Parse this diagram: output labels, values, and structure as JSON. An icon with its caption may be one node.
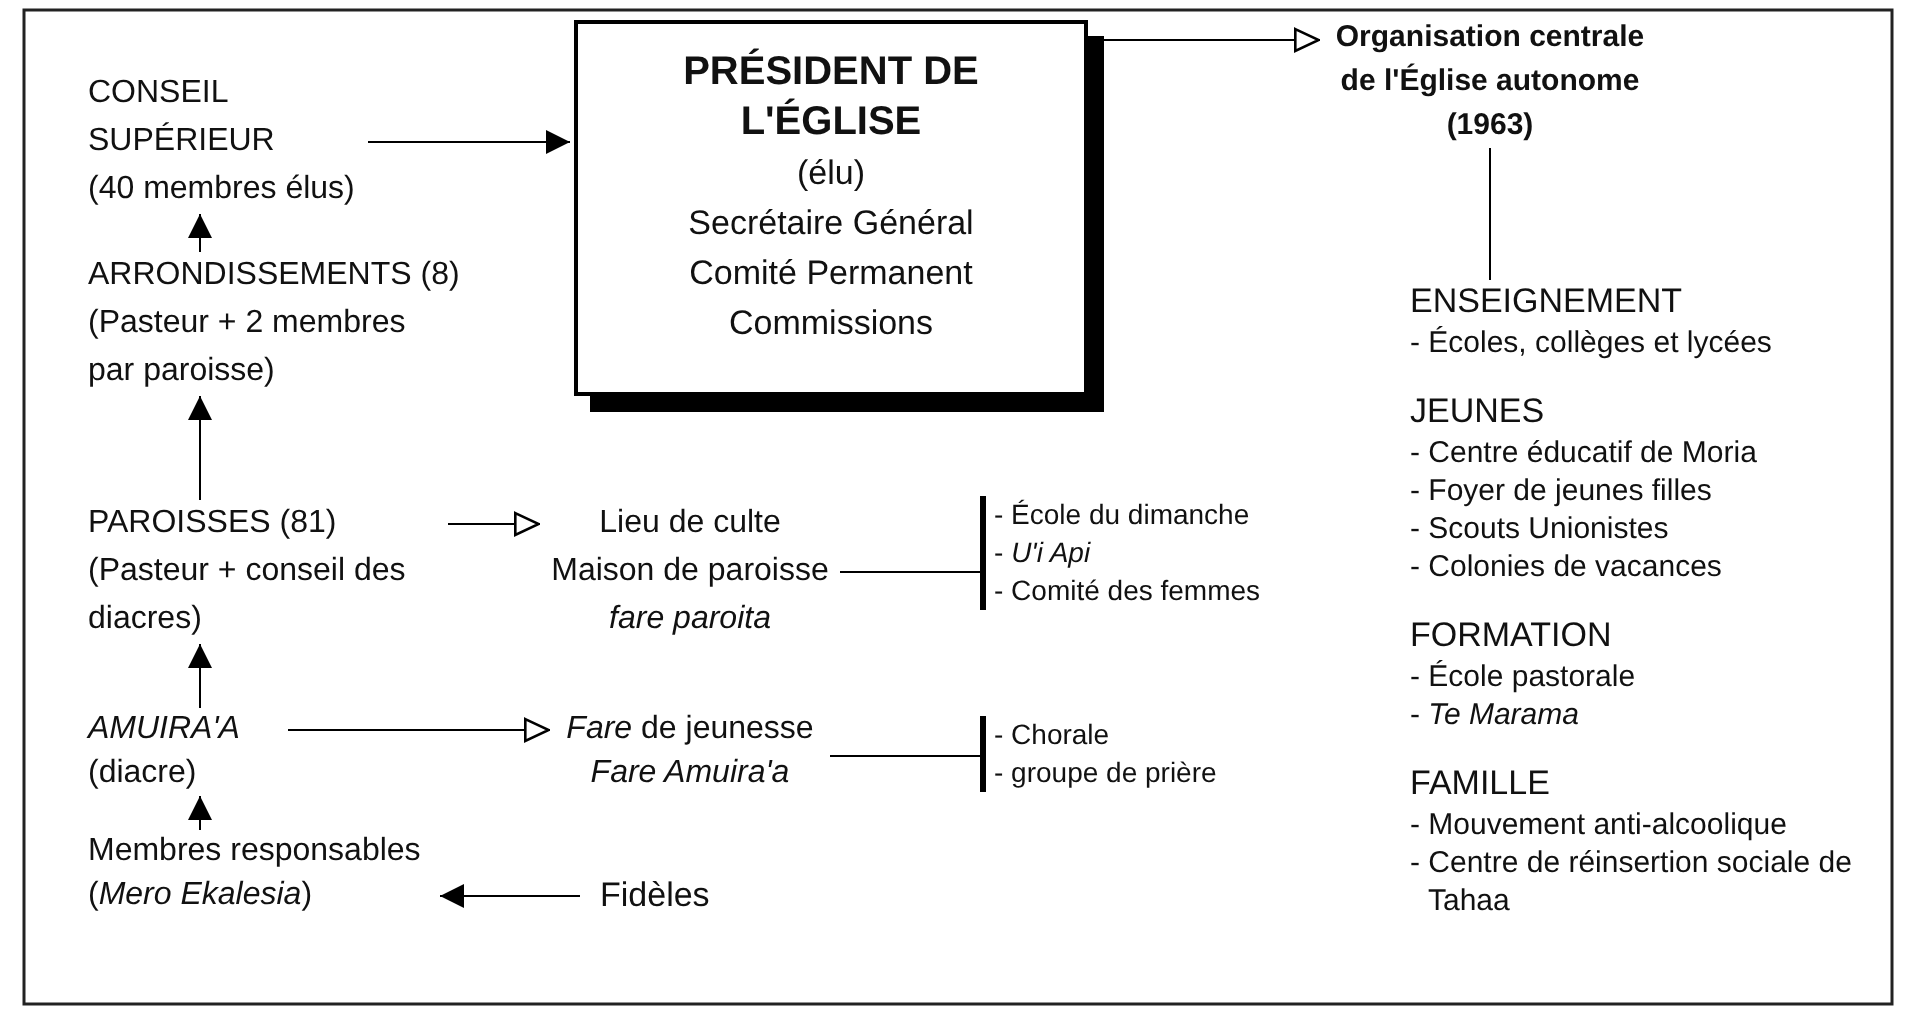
{
  "diagram": {
    "nodes": [
      {
        "text": [
          "CONSEIL SUPÉRIEUR",
          "(40 membres élus)"
        ]
      },
      {
        "text": [
          "PRÉSIDENT DE L'ÉGLISE",
          "(élu)",
          "Secrétaire Général",
          "Comité Permanent",
          "Commissions"
        ]
      },
      {
        "text": [
          "Organisation centrale de l'Église autonome",
          "(1963)"
        ]
      },
      {
        "text": [
          "ENSEIGNEMENT",
          "- Écoles, collèges et lycées",
          "JEUNES",
          "- Centre éducatif de Moria",
          "- Foyer de jeunes filles",
          "- Scouts Unionistes",
          "- Colonies de vacances",
          "FORMATION",
          "- École pastorale",
          "- *Te Marama*",
          "FAMILLE",
          "- Mouvement anti-alcoolique",
          "- Centre de réinsertion sociale de Tahaa"
        ]
      },
      {
        "text": [
          "ARRONDISSEMENTS (8)",
          "(Pasteur + 2 membres par paroisse)"
        ]
      },
      {
        "text": [
          "PAROISSES (81)",
          "(Pasteur + conseil des diacres)"
        ]
      },
      {
        "text": [
          "Lieu de culte",
          "Maison de paroisse",
          "fare paroita"
        ]
      },
      {
        "text": [
          "- École du dimanche",
          "- *U'i Api*",
          "- Comité des femmes"
        ]
      },
      {
        "text": [
          "AMUIRA'A",
          "(diacre)"
        ]
      },
      {
        "text": [
          "*Fare* de jeunesse",
          "Fare Amuira'a"
        ]
      },
      {
        "text": [
          "- Chorale",
          "- groupe de prière"
        ]
      },
      {
        "text": [
          "Membres responsables",
          "(*Mero Ekalesia*)"
        ]
      },
      {
        "text": [
          "Fidèles"
        ]
      }
    ],
    "edges": [
      {
        "from": 0,
        "to": 1,
        "arrow": "to"
      },
      {
        "from": 1,
        "to": 2,
        "arrow": "to"
      },
      {
        "from": 2,
        "to": 3,
        "arrow": "none"
      },
      {
        "from": 4,
        "to": 0,
        "arrow": "to"
      },
      {
        "from": 5,
        "to": 4,
        "arrow": "to"
      },
      {
        "from": 5,
        "to": 6,
        "arrow": "to"
      },
      {
        "from": 6,
        "to": 7,
        "arrow": "none"
      },
      {
        "from": 8,
        "to": 5,
        "arrow": "to"
      },
      {
        "from": 8,
        "to": 9,
        "arrow": "to"
      },
      {
        "from": 9,
        "to": 10,
        "arrow": "none"
      },
      {
        "from": 11,
        "to": 8,
        "arrow": "to"
      },
      {
        "from": 12,
        "to": 11,
        "arrow": "to"
      }
    ]
  }
}
